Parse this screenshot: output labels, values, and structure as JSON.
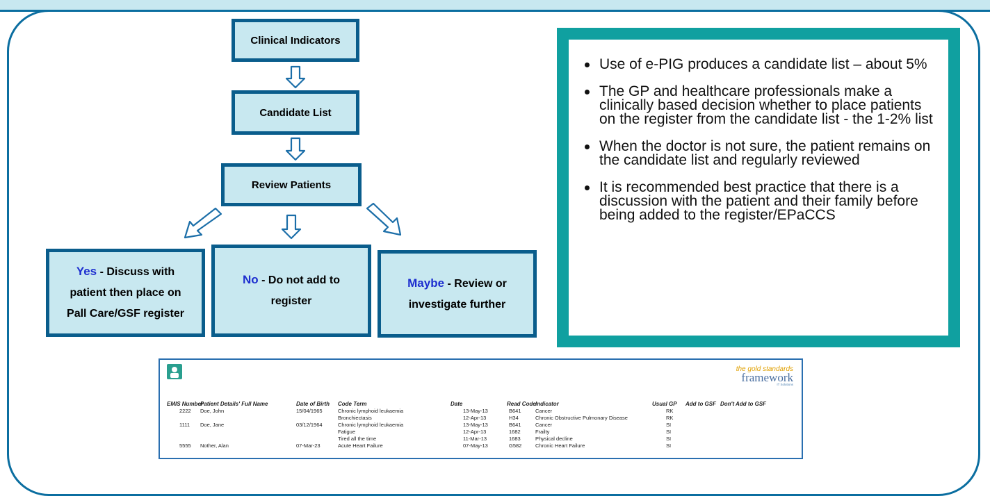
{
  "flowchart": {
    "step1": "Clinical Indicators",
    "step2": "Candidate List",
    "step3": "Review Patients",
    "outcomes": [
      {
        "key": "Yes",
        "line1": " - Discuss with",
        "line2": "patient then place on",
        "line3": "Pall Care/GSF register"
      },
      {
        "key": "No",
        "line1": " - Do not add to",
        "line2": "register"
      },
      {
        "key": "Maybe",
        "line1": " - Review or",
        "line2": "investigate further"
      }
    ]
  },
  "notes": [
    "Use of e-PIG produces a candidate list – about 5%",
    "The GP and healthcare professionals make a clinically based decision whether to place patients on the register from the candidate list - the 1-2% list",
    "When the doctor is not sure, the patient remains on the candidate list and regularly reviewed",
    "It is recommended best practice that there is a discussion with the patient and their family before being added to the register/EPaCCS"
  ],
  "table": {
    "logo": {
      "line1": "the gold standards",
      "line2": "framework",
      "line3": "IT Solutions"
    },
    "headers": [
      "EMIS Number",
      "Patient Details' Full Name",
      "Date of Birth",
      "Code Term",
      "Date",
      "Read Code",
      "Indicator",
      "Usual GP",
      "Add to GSF",
      "Don't Add to GSF"
    ],
    "rows": [
      [
        "2222",
        "Doe, John",
        "15/04/1965",
        "Chronic lymphoid leukaemia",
        "13-May-13",
        "B641",
        "Cancer",
        "RK"
      ],
      [
        "",
        "",
        "",
        "Bronchiectasis",
        "12-Apr-13",
        "H34",
        "Chronic Obstructive Pulmonary Disease",
        "RK"
      ],
      [
        "1111",
        "Doe, Jane",
        "03/12/1964",
        "Chronic lymphoid leukaemia",
        "13-May-13",
        "B641",
        "Cancer",
        "SI"
      ],
      [
        "",
        "",
        "",
        "Fatigue",
        "12-Apr-13",
        "1682",
        "Frailty",
        "SI"
      ],
      [
        "",
        "",
        "",
        "Tired all the time",
        "11-Mar-13",
        "1683",
        "Physical decline",
        "SI"
      ],
      [
        "5555",
        "Nother, Alan",
        "07-Mar-23",
        "Acute Heart Failure",
        "07-May-13",
        "G582",
        "Chronic Heart Failure",
        "SI"
      ]
    ]
  }
}
